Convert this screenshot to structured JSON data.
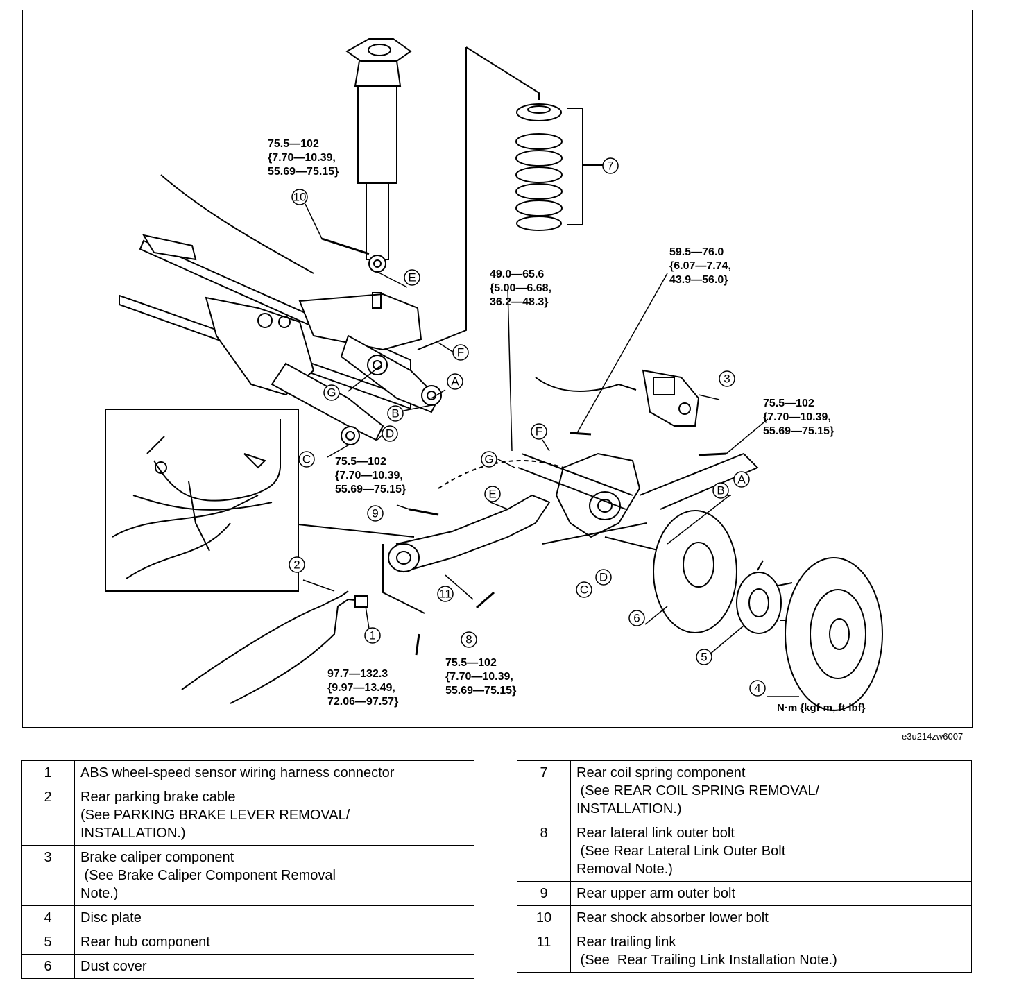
{
  "image_code": "e3u214zw6007",
  "unit_note": "N·m {kgf·m, ft·lbf}",
  "callout_numbers": [
    "1",
    "2",
    "3",
    "4",
    "5",
    "6",
    "7",
    "8",
    "9",
    "10",
    "11"
  ],
  "callout_letters": [
    "A",
    "B",
    "C",
    "D",
    "E",
    "F",
    "G"
  ],
  "torque_specs": {
    "shock_lower": "75.5—102\n{7.70—10.39,\n55.69—75.15}",
    "lower_arm_c": "75.5—102\n{7.70—10.39,\n55.69—75.15}",
    "caliper_bolt": "59.5—76.0\n{6.07—7.74,\n43.9—56.0}",
    "upper_arm_f": "49.0—65.6\n{5.00—6.68,\n36.2—48.3}",
    "lateral_link": "75.5—102\n{7.70—10.39,\n55.69—75.15}",
    "trailing_link_front": "97.7—132.3\n{9.97—13.49,\n72.06—97.57}",
    "lateral_outer_bolt": "75.5—102\n{7.70—10.39,\n55.69—75.15}"
  },
  "legend_left": [
    {
      "num": "1",
      "lines": [
        "ABS wheel-speed sensor wiring harness connector"
      ]
    },
    {
      "num": "2",
      "lines": [
        "Rear parking brake cable",
        "(See PARKING BRAKE LEVER REMOVAL/",
        "INSTALLATION.)"
      ]
    },
    {
      "num": "3",
      "lines": [
        "Brake caliper component",
        " (See Brake Caliper Component Removal",
        "Note.)"
      ]
    },
    {
      "num": "4",
      "lines": [
        "Disc plate"
      ]
    },
    {
      "num": "5",
      "lines": [
        "Rear hub component"
      ]
    },
    {
      "num": "6",
      "lines": [
        "Dust cover"
      ]
    }
  ],
  "legend_right": [
    {
      "num": "7",
      "lines": [
        "Rear coil spring component",
        " (See REAR COIL SPRING REMOVAL/",
        "INSTALLATION.)"
      ]
    },
    {
      "num": "8",
      "lines": [
        "Rear lateral link outer bolt",
        " (See Rear Lateral Link Outer Bolt",
        "Removal Note.)"
      ]
    },
    {
      "num": "9",
      "lines": [
        "Rear upper arm outer bolt"
      ]
    },
    {
      "num": "10",
      "lines": [
        "Rear shock absorber lower bolt"
      ]
    },
    {
      "num": "11",
      "lines": [
        "Rear trailing link",
        " (See  Rear Trailing Link Installation Note.)"
      ]
    }
  ]
}
